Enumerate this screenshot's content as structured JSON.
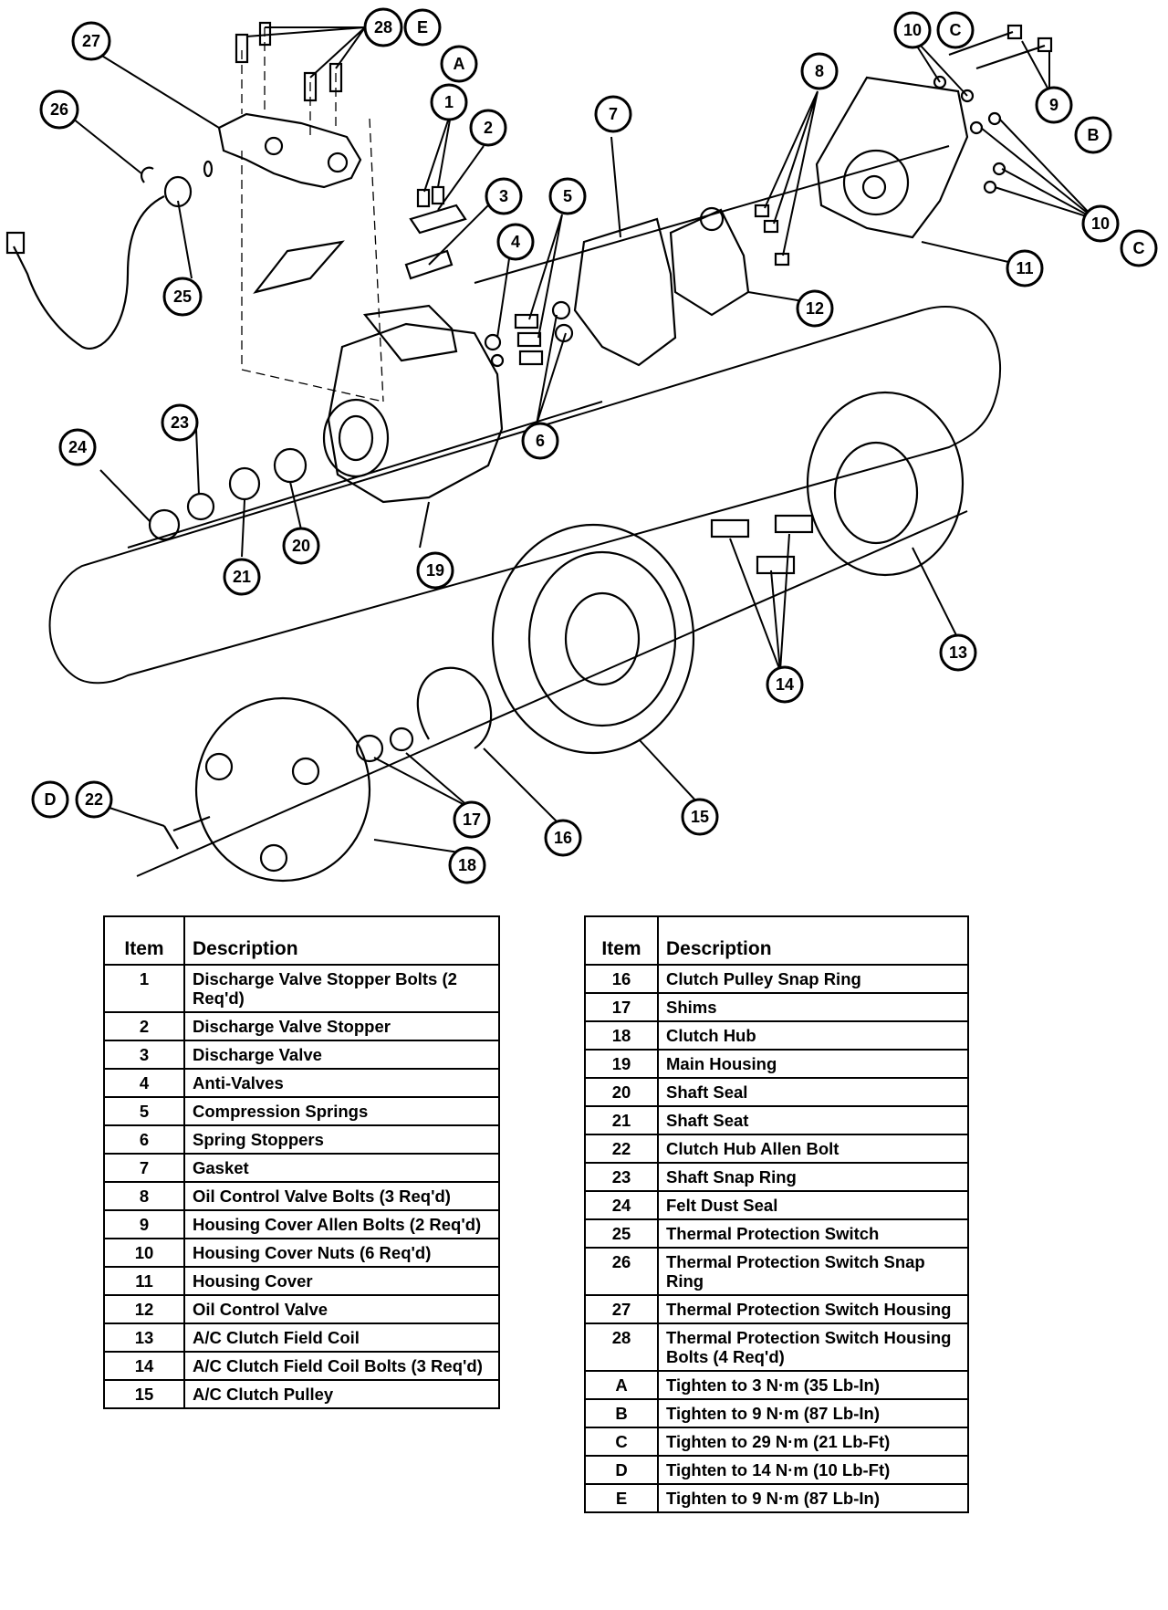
{
  "callouts": {
    "c1": "1",
    "c2": "2",
    "c3": "3",
    "c4": "4",
    "c5": "5",
    "c6": "6",
    "c7": "7",
    "c8": "8",
    "c9": "9",
    "c10a": "10",
    "c10b": "10",
    "c11": "11",
    "c12": "12",
    "c13": "13",
    "c14": "14",
    "c15": "15",
    "c16": "16",
    "c17": "17",
    "c18": "18",
    "c19": "19",
    "c20": "20",
    "c21": "21",
    "c22": "22",
    "c23": "23",
    "c24": "24",
    "c25": "25",
    "c26": "26",
    "c27": "27",
    "c28": "28",
    "A": "A",
    "B": "B",
    "Ca": "C",
    "Cb": "C",
    "D": "D",
    "E": "E"
  },
  "legend_left": {
    "header_item": "Item",
    "header_description": "Description",
    "rows": [
      {
        "item": "1",
        "description": "Discharge Valve Stopper Bolts (2 Req'd)"
      },
      {
        "item": "2",
        "description": "Discharge Valve Stopper"
      },
      {
        "item": "3",
        "description": "Discharge Valve"
      },
      {
        "item": "4",
        "description": "Anti-Valves"
      },
      {
        "item": "5",
        "description": "Compression Springs"
      },
      {
        "item": "6",
        "description": "Spring Stoppers"
      },
      {
        "item": "7",
        "description": "Gasket"
      },
      {
        "item": "8",
        "description": "Oil Control Valve Bolts (3 Req'd)"
      },
      {
        "item": "9",
        "description": "Housing Cover Allen Bolts (2 Req'd)"
      },
      {
        "item": "10",
        "description": "Housing Cover Nuts (6 Req'd)"
      },
      {
        "item": "11",
        "description": "Housing Cover"
      },
      {
        "item": "12",
        "description": "Oil Control Valve"
      },
      {
        "item": "13",
        "description": "A/C Clutch Field Coil"
      },
      {
        "item": "14",
        "description": "A/C Clutch Field Coil Bolts (3 Req'd)"
      },
      {
        "item": "15",
        "description": "A/C Clutch Pulley"
      }
    ]
  },
  "legend_right": {
    "header_item": "Item",
    "header_description": "Description",
    "rows": [
      {
        "item": "16",
        "description": "Clutch Pulley Snap Ring"
      },
      {
        "item": "17",
        "description": "Shims"
      },
      {
        "item": "18",
        "description": "Clutch Hub"
      },
      {
        "item": "19",
        "description": "Main Housing"
      },
      {
        "item": "20",
        "description": "Shaft Seal"
      },
      {
        "item": "21",
        "description": "Shaft Seat"
      },
      {
        "item": "22",
        "description": "Clutch Hub Allen Bolt"
      },
      {
        "item": "23",
        "description": "Shaft Snap Ring"
      },
      {
        "item": "24",
        "description": "Felt Dust Seal"
      },
      {
        "item": "25",
        "description": "Thermal Protection Switch"
      },
      {
        "item": "26",
        "description": "Thermal Protection Switch Snap Ring"
      },
      {
        "item": "27",
        "description": "Thermal Protection Switch Housing"
      },
      {
        "item": "28",
        "description": "Thermal Protection Switch Housing Bolts (4 Req'd)"
      },
      {
        "item": "A",
        "description": "Tighten to 3 N·m (35 Lb-In)"
      },
      {
        "item": "B",
        "description": "Tighten to 9 N·m (87 Lb-In)"
      },
      {
        "item": "C",
        "description": "Tighten to 29 N·m (21 Lb-Ft)"
      },
      {
        "item": "D",
        "description": "Tighten to 14 N·m (10 Lb-Ft)"
      },
      {
        "item": "E",
        "description": "Tighten to 9 N·m (87 Lb-In)"
      }
    ]
  }
}
